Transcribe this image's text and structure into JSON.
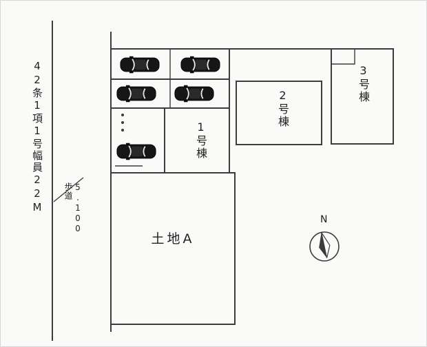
{
  "plan": {
    "road": {
      "label": "42条1項1号幅員22M",
      "sidewalk_label": "歩道",
      "sidewalk_width": "5.100"
    },
    "buildings": [
      {
        "label": "1号棟"
      },
      {
        "label": "2号棟"
      },
      {
        "label": "3号棟"
      }
    ],
    "land": {
      "label": "土地A"
    },
    "compass": {
      "label": "N"
    },
    "parking": {
      "car_count": 5,
      "car_icon": "car-icon"
    }
  },
  "colors": {
    "background": "#fafaf8",
    "line": "#3b3b3b",
    "car_body": "#161616",
    "car_window": "#e9e9e9"
  }
}
